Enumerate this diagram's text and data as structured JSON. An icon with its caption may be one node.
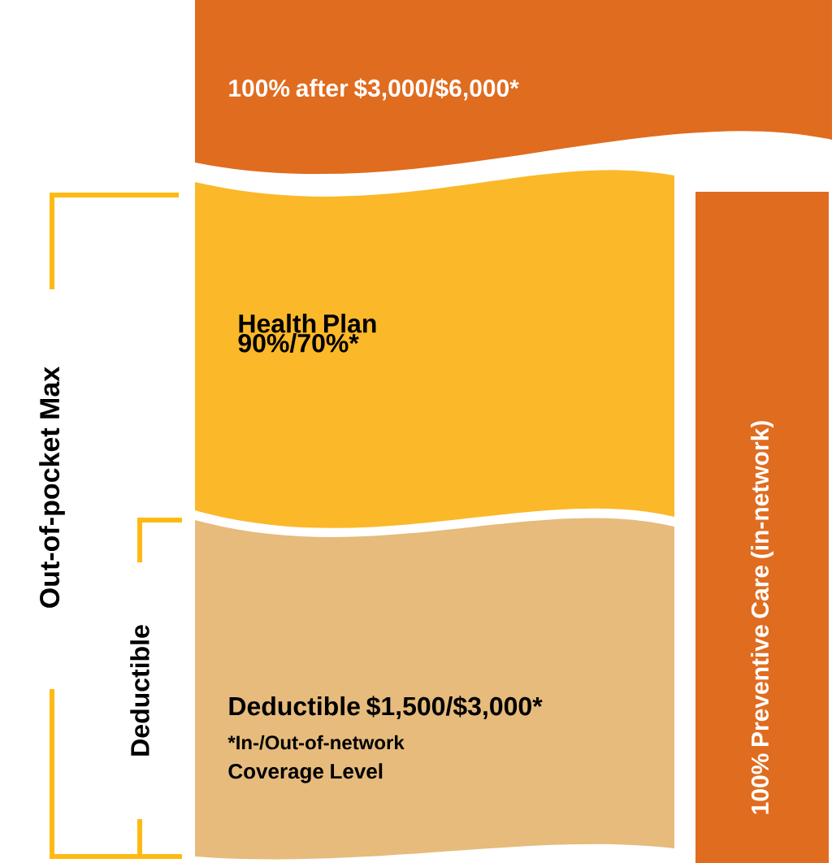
{
  "diagram": {
    "nodes": [
      {
        "text": [
          "100%  after $3,000/$6,000*"
        ]
      },
      {
        "text": [
          "Health Plan 90%/70%*"
        ]
      },
      {
        "text": [
          "Deductible $1,500/$3,000*",
          "*In-/Out-of-network",
          "Coverage Level"
        ]
      },
      {
        "text": [
          "100%  Preventive Care (in-network)"
        ]
      }
    ],
    "labels": [
      "Out-of-pocket  Max",
      "Deductible"
    ]
  }
}
